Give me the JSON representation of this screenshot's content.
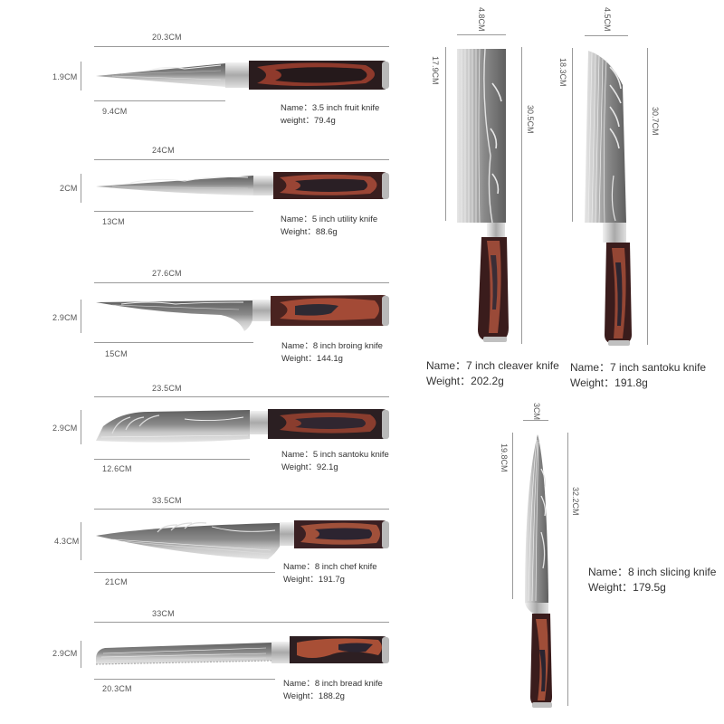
{
  "colors": {
    "blade_light": "#d8d8d8",
    "blade_dark": "#6e6e6e",
    "bolster": "#c9c9c9",
    "handle_dark": "#2a1c1e",
    "handle_red": "#8f3a2c",
    "handle_mid": "#5a2a24",
    "dimension_line": "#9a9a9a"
  },
  "horizontal_knives": [
    {
      "total_length": "20.3CM",
      "height": "1.9CM",
      "blade_length": "9.4CM",
      "name_label": "Name：",
      "name": "3.5 inch fruit knife",
      "weight_label": "weight：",
      "weight": "79.4g"
    },
    {
      "total_length": "24CM",
      "height": "2CM",
      "blade_length": "13CM",
      "name_label": "Name：",
      "name": "5 inch utility knife",
      "weight_label": "Weight：",
      "weight": "88.6g"
    },
    {
      "total_length": "27.6CM",
      "height": "2.9CM",
      "blade_length": "15CM",
      "name_label": "Name：",
      "name": "8 inch broing knife",
      "weight_label": "Weight：",
      "weight": "144.1g"
    },
    {
      "total_length": "23.5CM",
      "height": "2.9CM",
      "blade_length": "12.6CM",
      "name_label": "Name：",
      "name": "5 inch santoku knife",
      "weight_label": "Weight：",
      "weight": "92.1g"
    },
    {
      "total_length": "33.5CM",
      "height": "4.3CM",
      "blade_length": "21CM",
      "name_label": "Name：",
      "name": "8 inch chef knife",
      "weight_label": "Weight：",
      "weight": "191.7g"
    },
    {
      "total_length": "33CM",
      "height": "2.9CM",
      "blade_length": "20.3CM",
      "name_label": "Name：",
      "name": "8 inch bread knife",
      "weight_label": "Weight：",
      "weight": "188.2g"
    }
  ],
  "vertical_knives": [
    {
      "width": "4.8CM",
      "blade_length": "17.9CM",
      "total_length": "30.5CM",
      "name_label": "Name：",
      "name": "7 inch cleaver knife",
      "weight_label": "Weight：",
      "weight": "202.2g"
    },
    {
      "width": "4.5CM",
      "blade_length": "18.3CM",
      "total_length": "30.7CM",
      "name_label": "Name：",
      "name": "7 inch santoku knife",
      "weight_label": "Weight：",
      "weight": "191.8g"
    },
    {
      "width": "3CM",
      "blade_length": "19.8CM",
      "total_length": "32.2CM",
      "name_label": "Name：",
      "name": "8 inch slicing knife",
      "weight_label": "Weight：",
      "weight": "179.5g"
    }
  ]
}
